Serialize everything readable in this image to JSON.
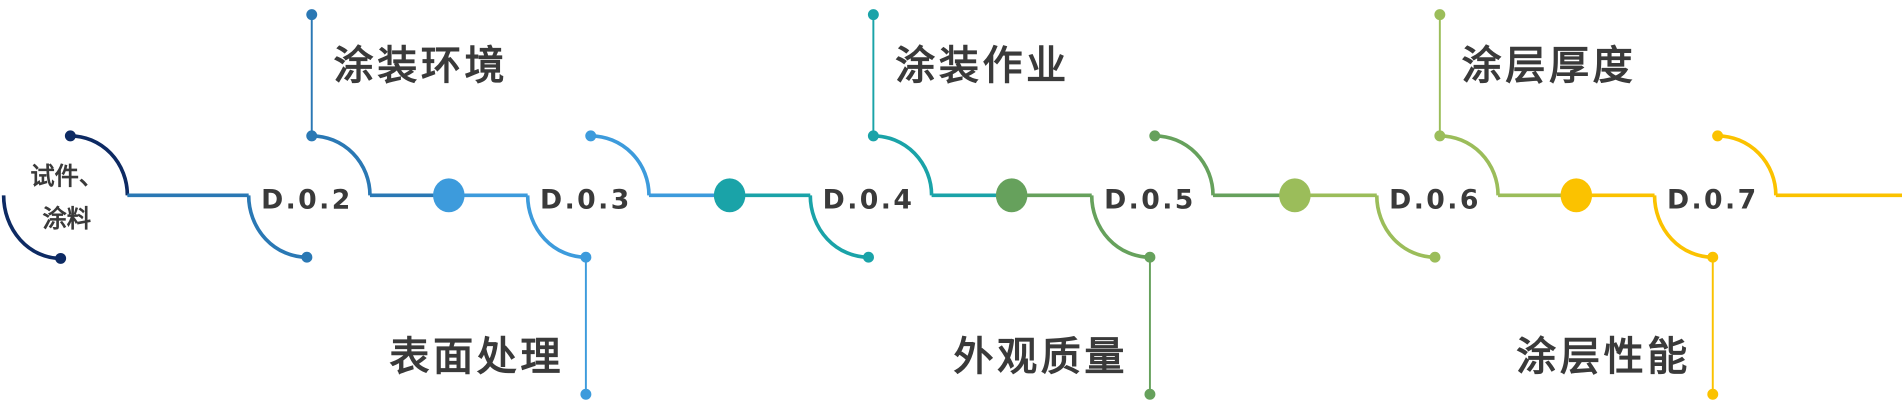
{
  "start": {
    "line1": "试件、",
    "line2": "涂料",
    "color": "#0d2a63"
  },
  "stages": [
    {
      "code": "D.0.2",
      "title": "涂装环境",
      "label_side": "top",
      "color": "#2a78b4"
    },
    {
      "code": "D.0.3",
      "title": "表面处理",
      "label_side": "bottom",
      "color": "#3d9bdc"
    },
    {
      "code": "D.0.4",
      "title": "涂装作业",
      "label_side": "top",
      "color": "#1aa3a8"
    },
    {
      "code": "D.0.5",
      "title": "外观质量",
      "label_side": "bottom",
      "color": "#66a15c"
    },
    {
      "code": "D.0.6",
      "title": "涂层厚度",
      "label_side": "top",
      "color": "#9bbd5a"
    },
    {
      "code": "D.0.7",
      "title": "涂层性能",
      "label_side": "bottom",
      "color": "#fbc200"
    }
  ]
}
